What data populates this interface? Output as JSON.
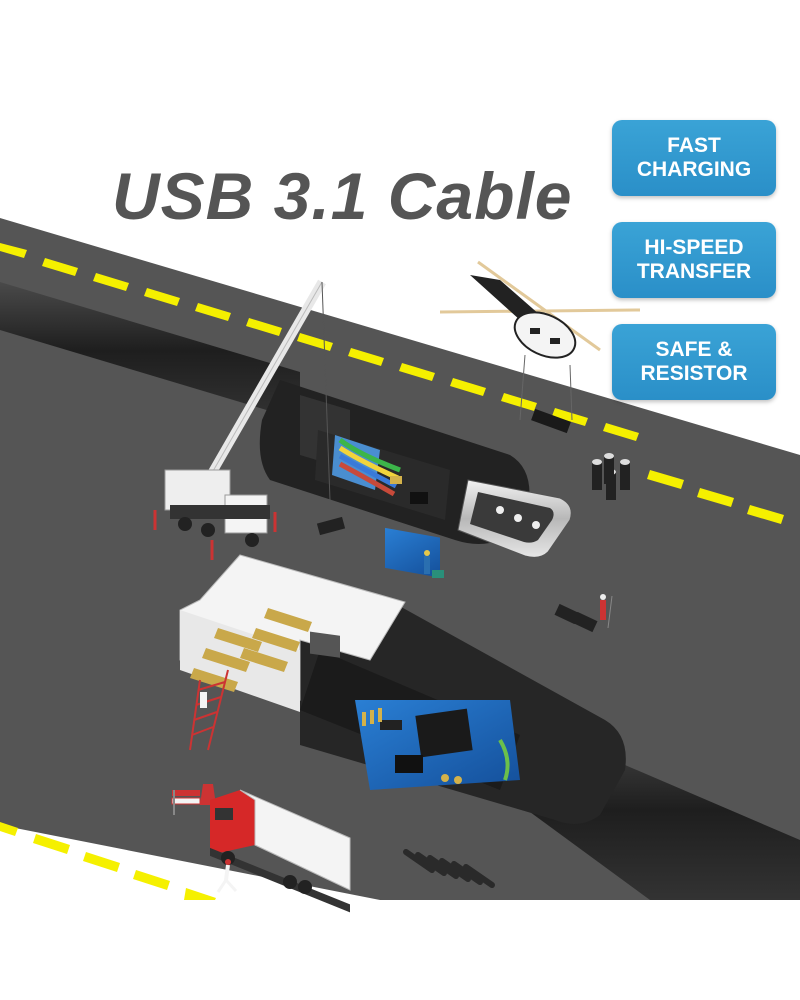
{
  "title": "USB 3.1 Cable",
  "badges": [
    {
      "line1": "FAST",
      "line2": "CHARGING"
    },
    {
      "line1": "HI-SPEED",
      "line2": "TRANSFER"
    },
    {
      "line1": "SAFE &",
      "line2": "RESISTOR"
    }
  ],
  "colors": {
    "badge_blue": "#2a97cf",
    "road": "#555555",
    "lane_marking": "#f5f000",
    "title_gray": "#555555",
    "cable_black": "#2b2b2b",
    "pcb_blue": "#1f6fc4",
    "usb_gold": "#c9a84a"
  },
  "illustration": {
    "elements": [
      "road",
      "lane-markings",
      "usb-c-connector",
      "usb-a-connector",
      "crane",
      "helicopter",
      "truck",
      "workers",
      "pcb",
      "capacitors",
      "pins"
    ]
  }
}
